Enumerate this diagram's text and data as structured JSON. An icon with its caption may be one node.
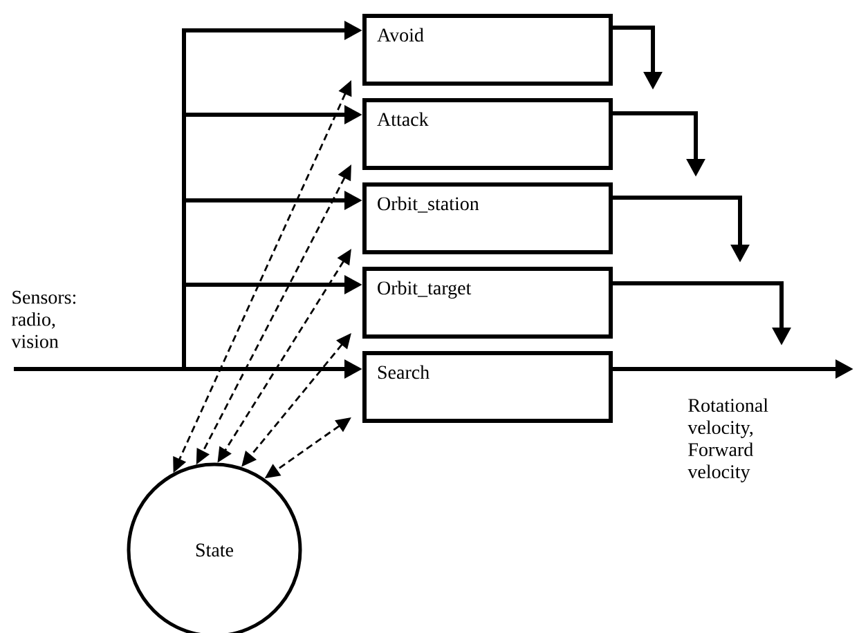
{
  "diagram": {
    "nodes": [
      {
        "text": [
          "Sensors: radio, vision"
        ]
      },
      {
        "text": [
          "Avoid"
        ]
      },
      {
        "text": [
          "Attack"
        ]
      },
      {
        "text": [
          "Orbit_station"
        ]
      },
      {
        "text": [
          "Orbit_target"
        ]
      },
      {
        "text": [
          "Search"
        ]
      },
      {
        "text": [
          "State"
        ]
      }
    ],
    "edges": [
      {
        "from": 0,
        "to": 1,
        "arrow": "to"
      },
      {
        "from": 0,
        "to": 2,
        "arrow": "to"
      },
      {
        "from": 0,
        "to": 3,
        "arrow": "to"
      },
      {
        "from": 0,
        "to": 4,
        "arrow": "to"
      },
      {
        "from": 0,
        "to": 5,
        "arrow": "to"
      },
      {
        "from": 1,
        "to": null,
        "arrow": "to"
      },
      {
        "from": 2,
        "to": null,
        "arrow": "to"
      },
      {
        "from": 3,
        "to": null,
        "arrow": "to"
      },
      {
        "from": 4,
        "to": null,
        "arrow": "to"
      },
      {
        "from": 5,
        "to": null,
        "arrow": "to"
      },
      {
        "from": 1,
        "to": 6,
        "arrow": "both",
        "style": "dashed"
      },
      {
        "from": 2,
        "to": 6,
        "arrow": "both",
        "style": "dashed"
      },
      {
        "from": 3,
        "to": 6,
        "arrow": "both",
        "style": "dashed"
      },
      {
        "from": 4,
        "to": 6,
        "arrow": "both",
        "style": "dashed"
      },
      {
        "from": 5,
        "to": 6,
        "arrow": "both",
        "style": "dashed"
      }
    ],
    "labels": [
      "Rotational velocity, Forward velocity"
    ]
  }
}
